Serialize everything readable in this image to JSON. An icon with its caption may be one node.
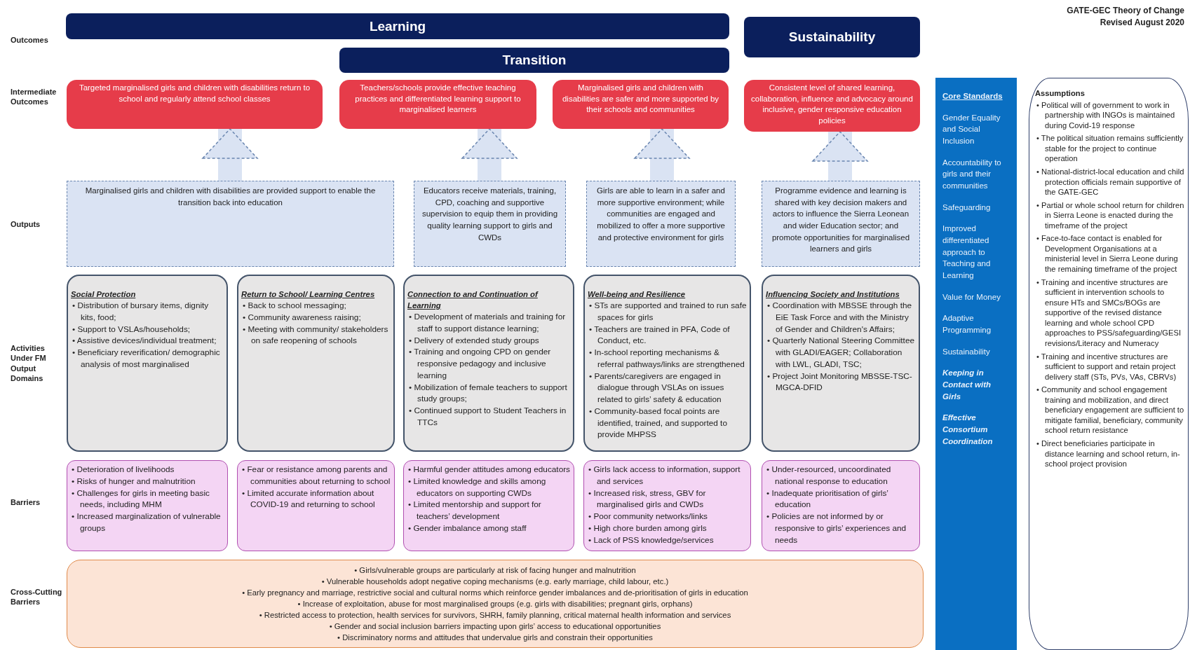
{
  "diagram": {
    "title": "GATE-GEC Theory of Change",
    "nodes": [
      {
        "text": [
          "Learning"
        ]
      },
      {
        "text": [
          "Transition"
        ]
      },
      {
        "text": [
          "Sustainability"
        ]
      },
      {
        "text": [
          "Targeted marginalised girls and children with disabilities return to school and regularly attend school classes"
        ]
      },
      {
        "text": [
          "Teachers/schools provide effective teaching practices and differentiated learning support to marginalised learners"
        ]
      },
      {
        "text": [
          "Marginalised girls and children with disabilities are safer and more supported by their schools and communities"
        ]
      },
      {
        "text": [
          "Consistent level of shared learning, collaboration, influence and advocacy around inclusive, gender responsive education policies"
        ]
      },
      {
        "text": [
          "Marginalised girls and children with disabilities are provided support to enable the transition back into education"
        ]
      },
      {
        "text": [
          "Educators receive materials, training, CPD, coaching and supportive supervision to equip them in providing quality learning support to girls and CWDs"
        ]
      },
      {
        "text": [
          "Girls are able to learn in a safer and more supportive environment; while communities are engaged and mobilized to offer a more supportive and protective environment for girls"
        ]
      },
      {
        "text": [
          "Programme evidence and learning is shared with key decision makers and actors to influence the Sierra Leonean and wider Education sector; and promote opportunities for marginalised learners and girls"
        ]
      },
      {
        "text": [
          "Social Protection",
          "• Distribution of bursary items, dignity kits, food;",
          "• Support to VSLAs/households;",
          "• Assistive devices/individual treatment;",
          "• Beneficiary reverification/ demographic analysis of most marginalised"
        ]
      },
      {
        "text": [
          "Return to School/ Learning Centres",
          "• Back to school messaging;",
          "• Community awareness raising;",
          "• Meeting with community/ stakeholders on safe reopening of schools"
        ]
      },
      {
        "text": [
          "Connection to and Continuation of Learning",
          "• Development of materials and training for staff to support distance learning;",
          "• Delivery of extended study groups",
          "• Training and ongoing CPD on gender responsive pedagogy and inclusive learning",
          "• Mobilization of female teachers to support study groups;",
          "• Continued support to Student Teachers in TTCs"
        ]
      },
      {
        "text": [
          "Well-being and Resilience",
          "• STs are supported and trained to run safe spaces for girls",
          "• Teachers are trained in PFA, Code of Conduct, etc.",
          "• In-school reporting mechanisms & referral pathways/links are strengthened",
          "• Parents/caregivers are engaged in dialogue through VSLAs on issues related to girls’ safety & education",
          "• Community-based focal points are identified, trained, and supported to provide MHPSS"
        ]
      },
      {
        "text": [
          "Influencing Society and Institutions",
          "• Coordination with MBSSE through the EiE Task Force and with the Ministry of Gender and Children's Affairs;",
          "• Quarterly National Steering Committee with GLADI/EAGER; Collaboration with LWL, GLADI, TSC;",
          "• Project Joint Monitoring MBSSE-TSC-MGCA-DFID"
        ]
      },
      {
        "text": [
          "• Deterioration of livelihoods",
          "• Risks of hunger and malnutrition",
          "• Challenges for girls in meeting basic needs, including MHM",
          "• Increased marginalization of vulnerable groups"
        ]
      },
      {
        "text": [
          "• Fear or resistance among parents and communities about returning to school",
          "• Limited accurate information about COVID-19 and returning to school"
        ]
      },
      {
        "text": [
          "• Harmful gender attitudes among educators",
          "• Limited knowledge and skills among educators on supporting CWDs",
          "• Limited mentorship and support for teachers’ development",
          "• Gender imbalance among staff"
        ]
      },
      {
        "text": [
          "• Girls lack access to information, support and services",
          "• Increased risk, stress, GBV for marginalised girls and CWDs",
          "• Poor community networks/links",
          "• High chore burden among girls",
          "• Lack of PSS knowledge/services"
        ]
      },
      {
        "text": [
          "• Under-resourced, uncoordinated national response to education",
          "• Inadequate prioritisation of girls’ education",
          "• Policies are not informed by or responsive to girls’ experiences and needs"
        ]
      },
      {
        "text": [
          "• Girls/vulnerable groups are particularly at risk of facing hunger and malnutrition",
          "• Vulnerable households adopt negative coping mechanisms (e.g. early marriage, child labour, etc.)",
          "• Early pregnancy and marriage, restrictive social and cultural norms which reinforce gender imbalances and de-prioritisation of girls in education",
          "• Increase of exploitation, abuse for most marginalised groups (e.g. girls with disabilities; pregnant girls, orphans)",
          "• Restricted access to protection, health services for survivors, SHRH, family planning, critical maternal health information and services",
          "• Gender and social inclusion barriers impacting upon girls’ access to educational opportunities",
          "• Discriminatory norms and attitudes that undervalue girls and constrain their opportunities"
        ]
      },
      {
        "text": [
          "Core Standards",
          "Gender Equality and Social Inclusion",
          "Accountability to girls and their communities",
          "Safeguarding",
          "Improved differentiated approach to Teaching and Learning",
          "Value for Money",
          "Adaptive Programming",
          "Sustainability",
          "Keeping in Contact with Girls",
          "Effective Consortium Coordination"
        ]
      },
      {
        "text": [
          "Assumptions",
          "• Political will of government to work in partnership with INGOs is maintained during Covid-19 response",
          "• The political situation remains sufficiently stable for the project to continue operation",
          "• National-district-local education and child protection officials remain supportive of the GATE-GEC",
          "• Partial or whole school return for children in Sierra Leone is enacted during the timeframe of the project",
          "• Face-to-face contact is enabled for Development Organisations at a ministerial level in Sierra Leone during the remaining timeframe of the project",
          "• Training and incentive structures are sufficient in intervention schools to ensure HTs and SMCs/BOGs are supportive of the revised distance learning and whole school CPD approaches to PSS/safeguarding/GESI revisions/Literacy and Numeracy",
          "• Training and incentive structures are sufficient to support and retain project delivery staff (STs, PVs, VAs, CBRVs)",
          "• Community and school engagement training and mobilization, and direct beneficiary engagement are sufficient to mitigate familial, beneficiary, community school return resistance",
          "• Direct beneficiaries participate in distance learning and school return, in-school project provision"
        ]
      }
    ],
    "edges": [
      {
        "from": 7,
        "to": 3,
        "arrow": "to"
      },
      {
        "from": 8,
        "to": 4,
        "arrow": "to"
      },
      {
        "from": 9,
        "to": 5,
        "arrow": "to"
      },
      {
        "from": 10,
        "to": 6,
        "arrow": "to"
      }
    ],
    "labels": [
      "Revised August 2020",
      "Outcomes",
      "Intermediate Outcomes",
      "Outputs",
      "Activities Under FM Output Domains",
      "Barriers",
      "Cross-Cutting Barriers"
    ]
  }
}
